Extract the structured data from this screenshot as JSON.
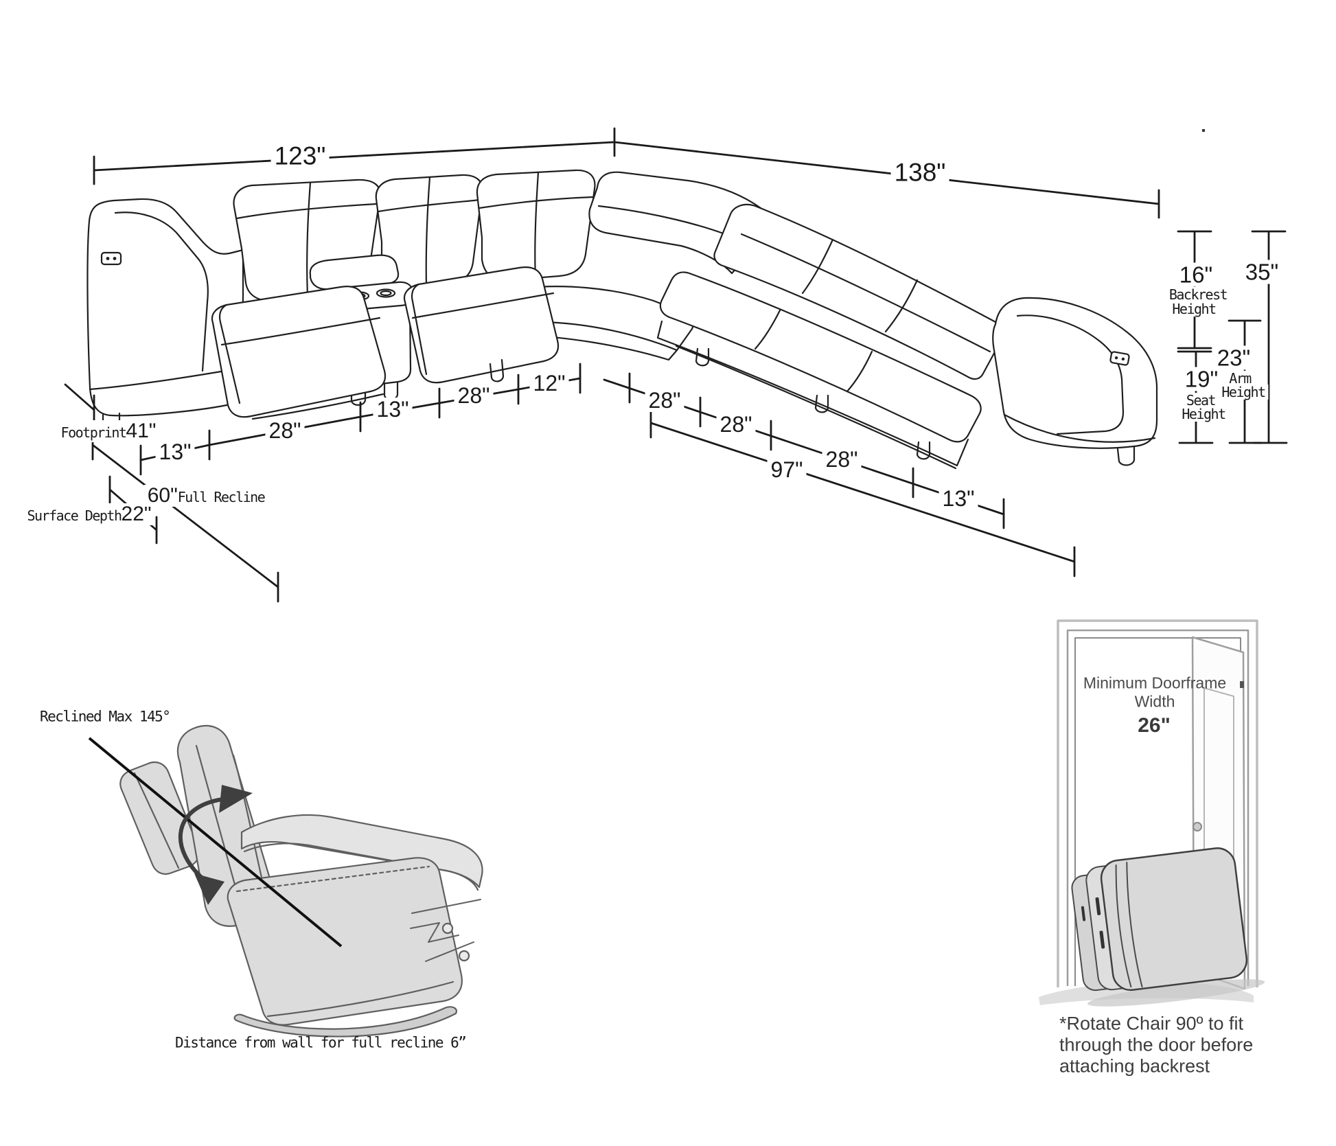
{
  "sofa": {
    "overall_width_left": "123\"",
    "overall_width_right": "138\"",
    "overall_height": "35\"",
    "backrest_height": {
      "value": "16\"",
      "line1": "Backrest",
      "line2": "Height"
    },
    "seat_height": {
      "value": "19\"",
      "line1": "Seat",
      "line2": "Height"
    },
    "arm_height": {
      "value": "23\"",
      "line1": "Arm",
      "line2": "Height"
    },
    "left_segments": [
      "13\"",
      "28\"",
      "13\"",
      "28\"",
      "12\""
    ],
    "right_segments": [
      "28\"",
      "28\"",
      "28\"",
      "13\""
    ],
    "right_total": "97\"",
    "footprint": {
      "label": "Footprint",
      "value": "41\""
    },
    "surface_depth": {
      "label": "Surface Depth",
      "value": "22\""
    },
    "full_recline": {
      "value": "60\"",
      "label": "Full Recline"
    }
  },
  "recliner": {
    "max_recline_label": "Reclined Max 145°",
    "wall_distance_label": "Distance from wall for full recline 6”"
  },
  "doorframe": {
    "heading_line1": "Minimum Doorframe",
    "heading_line2": "Width",
    "min_width": "26\"",
    "note_line1": "*Rotate Chair 90º to fit",
    "note_line2": "through the door before",
    "note_line3": "attaching backrest"
  }
}
